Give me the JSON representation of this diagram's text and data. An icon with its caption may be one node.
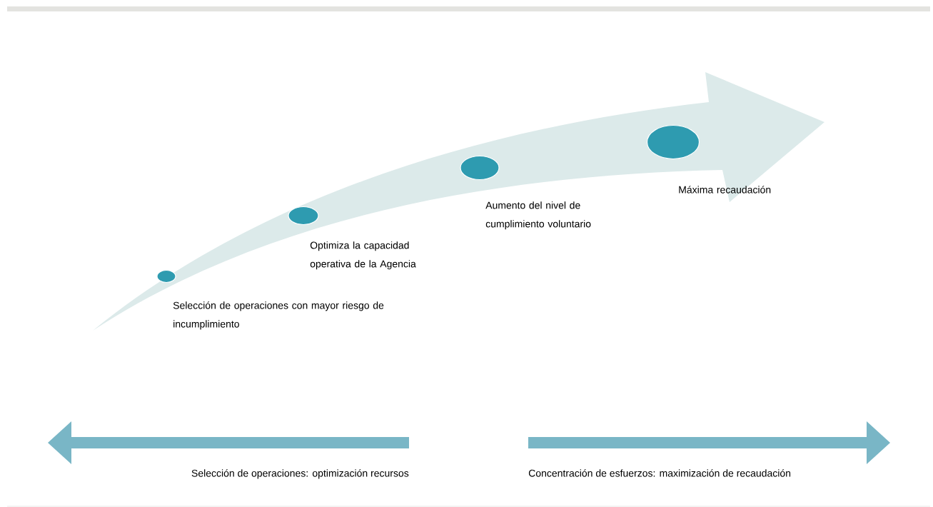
{
  "diagram": {
    "nodes": [
      {
        "text": [],
        "shape": "circle",
        "beside": [
          "Selección de operaciones con mayor riesgo de incumplimiento"
        ]
      },
      {
        "text": [],
        "shape": "circle",
        "beside": [
          "Optimiza la capacidad operativa de la Agencia"
        ]
      },
      {
        "text": [],
        "shape": "circle",
        "beside": [
          "Aumento del nivel de cumplimiento voluntario"
        ]
      },
      {
        "text": [],
        "shape": "circle",
        "beside": [
          "Máxima recaudación"
        ]
      }
    ],
    "labels": [
      "Selección de operaciones: optimización recursos",
      "Concentración de esfuerzos: maximización de recaudación"
    ]
  }
}
